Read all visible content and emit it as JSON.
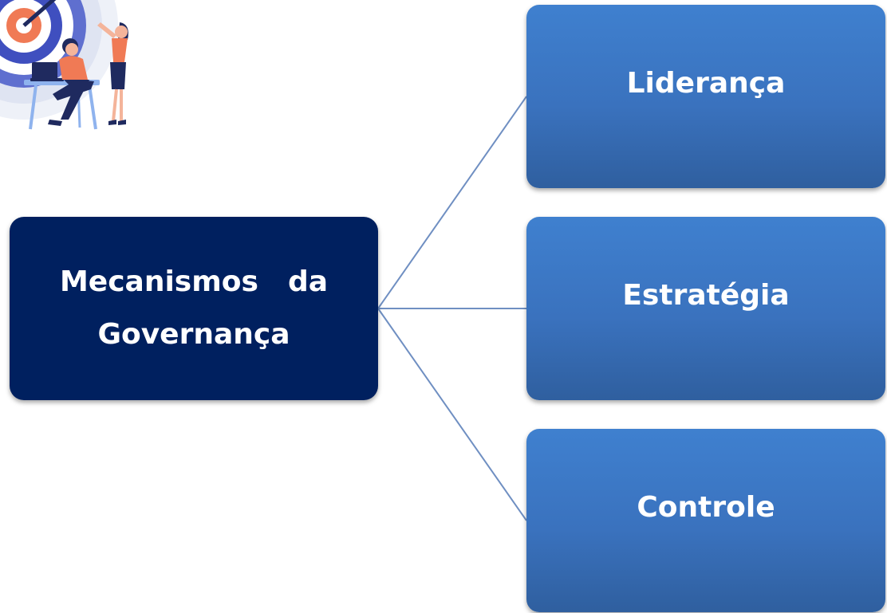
{
  "diagram": {
    "root": {
      "line1": "Mecanismos  da",
      "line2": "Governança"
    },
    "children": [
      {
        "label": "Liderança"
      },
      {
        "label": "Estratégia"
      },
      {
        "label": "Controle"
      }
    ]
  },
  "colors": {
    "root_fill": "#00205f",
    "child_fill_top": "#3f80cf",
    "child_fill_bottom": "#2f5f9f",
    "connector": "#6f8fc2",
    "text": "#ffffff"
  },
  "illustration": {
    "icon": "target-teamwork-illustration-icon"
  }
}
